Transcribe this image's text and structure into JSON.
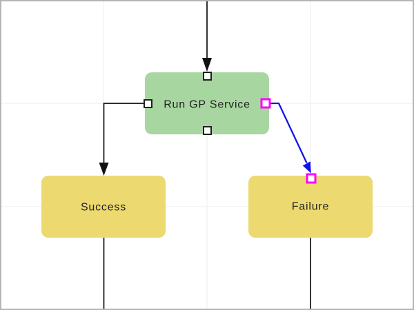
{
  "canvas": {
    "background": "#ffffff",
    "border_color": "#b4b4b4",
    "gridline_color": "#ededed"
  },
  "nodes": {
    "process": {
      "label": "Run GP Service",
      "fill": "#a8d6a0",
      "type": "process"
    },
    "success": {
      "label": "Success",
      "fill": "#ecd96f",
      "type": "outcome"
    },
    "failure": {
      "label": "Failure",
      "fill": "#ecd96f",
      "type": "outcome"
    }
  },
  "edges": {
    "default_color": "#111111",
    "selected_color": "#1212ee"
  },
  "ports": {
    "fill": "#ffffff",
    "border_color": "#1f1f1f",
    "selected_border_color": "#ff00ff"
  },
  "label_color": "#222222"
}
